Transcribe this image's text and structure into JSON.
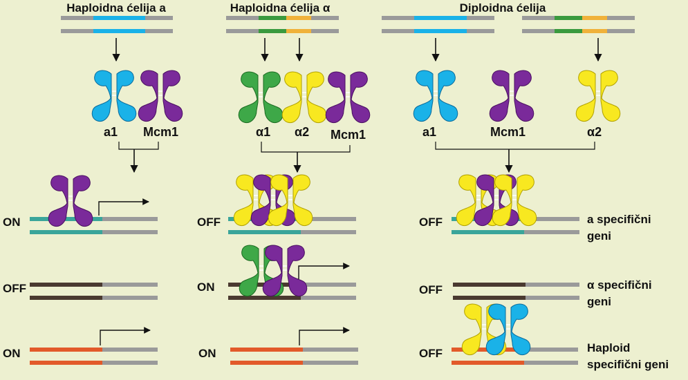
{
  "columns": [
    {
      "title": "Haploidna ćelija a"
    },
    {
      "title": "Haploidna ćelija α"
    },
    {
      "title": "Diploidna ćelija"
    }
  ],
  "proteins": {
    "a1": "a1",
    "mcm1": "Mcm1",
    "alpha1": "α1",
    "alpha2": "α2"
  },
  "states": {
    "col1": {
      "row1": "ON",
      "row2": "OFF",
      "row3": "ON"
    },
    "col2": {
      "row1": "OFF",
      "row2": "ON",
      "row3": "ON"
    },
    "col3": {
      "row1": "OFF",
      "row2": "OFF",
      "row3": "OFF"
    }
  },
  "gene_labels": {
    "row1": {
      "line1": "a specifični",
      "line2": "geni"
    },
    "row2": {
      "line1": "α specifični",
      "line2": "geni"
    },
    "row3": {
      "line1": "Haploid",
      "line2": "specifični geni"
    }
  },
  "colors": {
    "background": "#edf0d0",
    "dna_gray": "#9a9a9a",
    "a_locus": "#1ab2e8",
    "alpha_green": "#3a9a3e",
    "alpha_orange": "#f0b23a",
    "teal": "#3aa59a",
    "brown": "#4a3a30",
    "red": "#e25a2a",
    "protein_blue": "#1ab2e8",
    "protein_purple": "#7a2a9a",
    "protein_green": "#3ea848",
    "protein_yellow": "#f8e820"
  }
}
